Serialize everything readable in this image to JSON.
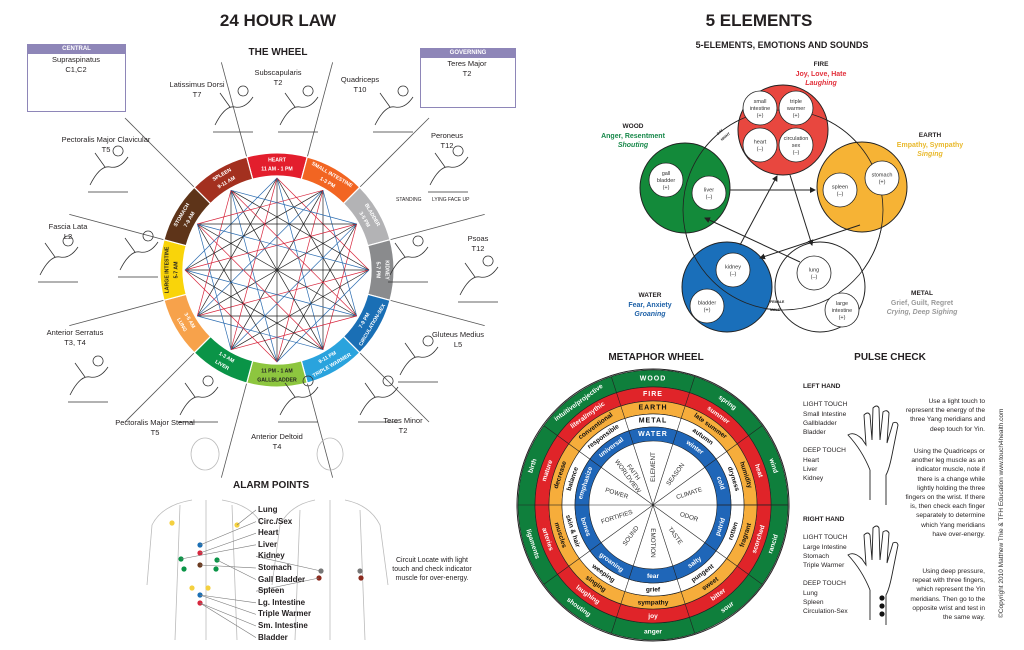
{
  "left": {
    "title": "24 HOUR LAW",
    "wheel_title": "THE WHEEL",
    "central_box": {
      "header": "CENTRAL",
      "muscle": "Supraspinatus",
      "level": "C1,C2"
    },
    "governing_box": {
      "header": "GOVERNING",
      "muscle": "Teres Major",
      "level": "T2"
    },
    "muscles": [
      {
        "name": "Latissimus Dorsi",
        "level": "T7"
      },
      {
        "name": "Subscapularis",
        "level": "T2"
      },
      {
        "name": "Quadriceps",
        "level": "T10"
      },
      {
        "name": "Peroneus",
        "level": "T12"
      },
      {
        "name": "Pectoralis Major Clavicular",
        "level": "T5"
      },
      {
        "name": "Fascia Lata",
        "level": "L2"
      },
      {
        "name": "Psoas",
        "level": "T12"
      },
      {
        "name": "Anterior Serratus",
        "level": "T3, T4"
      },
      {
        "name": "Gluteus Medius",
        "level": "L5"
      },
      {
        "name": "Pectoralis Major Sternal",
        "level": "T5"
      },
      {
        "name": "Teres Minor",
        "level": "T2"
      },
      {
        "name": "Anterior Deltoid",
        "level": "T4"
      }
    ],
    "peroneus_notes": [
      "STANDING",
      "LYING FACE UP"
    ],
    "meridians": [
      {
        "name": "HEART",
        "time": "11 AM - 1 PM",
        "color": "#e31e2d"
      },
      {
        "name": "SMALL INTESTINE",
        "time": "1-3 PM",
        "color": "#f26522"
      },
      {
        "name": "BLADDER",
        "time": "3-5 PM",
        "color": "#b3b3b5"
      },
      {
        "name": "KIDNEY",
        "time": "5-7 PM",
        "color": "#8a8b8d"
      },
      {
        "name": "CIRCULATION-SEX",
        "time": "7-9 PM",
        "color": "#1a6fb5"
      },
      {
        "name": "TRIPLE WARMER",
        "time": "9-11 PM",
        "color": "#2aa3dd"
      },
      {
        "name": "GALLBLADDER",
        "time": "11 PM - 1 AM",
        "color": "#8dc63f"
      },
      {
        "name": "LIVER",
        "time": "1-3 AM",
        "color": "#0a9447"
      },
      {
        "name": "LUNG",
        "time": "3-5 AM",
        "color": "#f7a24b"
      },
      {
        "name": "LARGE INTESTINE",
        "time": "5-7 AM",
        "color": "#f9d40a"
      },
      {
        "name": "STOMACH",
        "time": "7-9 AM",
        "color": "#5e3419"
      },
      {
        "name": "SPLEEN",
        "time": "9-11 AM",
        "color": "#a3301f"
      }
    ],
    "alarm_title": "ALARM POINTS",
    "alarm_points": [
      "Lung",
      "Circ./Sex",
      "Heart",
      "Liver",
      "Kidney",
      "Stomach",
      "Gall Bladder",
      "Spleen",
      "Lg. Intestine",
      "Triple Warmer",
      "Sm. Intestine",
      "Bladder"
    ],
    "circuit_note": "Circuit Locate with light touch and check indicator muscle for over-energy."
  },
  "right": {
    "title": "5 ELEMENTS",
    "subtitle": "5-ELEMENTS, EMOTIONS AND SOUNDS",
    "elements": [
      {
        "name": "FIRE",
        "emotions": "Joy, Love, Hate",
        "sound": "Laughing",
        "color": "#e8473f",
        "text_color": "#e2313c",
        "organs": [
          "small intestine (+)",
          "triple warmer (+)",
          "heart (–)",
          "circulation sex (–)"
        ]
      },
      {
        "name": "WOOD",
        "emotions": "Anger, Resentment",
        "sound": "Shouting",
        "color": "#138a3a",
        "text_color": "#17884a",
        "organs": [
          "gall bladder (+)",
          "liver (–)"
        ]
      },
      {
        "name": "EARTH",
        "emotions": "Empathy, Sympathy",
        "sound": "Singing",
        "color": "#f6b335",
        "text_color": "#e9b92c",
        "organs": [
          "spleen (–)",
          "stomach (+)"
        ]
      },
      {
        "name": "WATER",
        "emotions": "Fear, Anxiety",
        "sound": "Groaning",
        "color": "#1a6fba",
        "text_color": "#1f62a8",
        "organs": [
          "kidney (–)",
          "bladder (+)"
        ]
      },
      {
        "name": "METAL",
        "emotions": "Grief, Guilt, Regret",
        "sound": "Crying, Deep Sighing",
        "color": "#ffffff",
        "text_color": "#9a9a9a",
        "organs": [
          "lung (–)",
          "large intestine (+)"
        ]
      }
    ],
    "cycle_labels": [
      "DAY",
      "NIGHT",
      "FEMALE",
      "MALE"
    ],
    "metaphor_title": "METAPHOR WHEEL",
    "metaphor_rings": [
      {
        "color": "#0f7f3c",
        "items": [
          "WOOD",
          "spring",
          "wind",
          "rancid",
          "sour",
          "anger",
          "shouting",
          "ligaments",
          "birth",
          "intuitive/projective"
        ]
      },
      {
        "color": "#e02429",
        "items": [
          "FIRE",
          "summer",
          "heat",
          "scorched",
          "bitter",
          "joy",
          "laughing",
          "arteries",
          "mature",
          "literal/mythic"
        ]
      },
      {
        "color": "#f6ad3b",
        "items": [
          "EARTH",
          "late summer",
          "humidity",
          "fragrant",
          "sweet",
          "sympathy",
          "singing",
          "muscles",
          "decrease",
          "conventional"
        ]
      },
      {
        "color": "#ffffff",
        "items": [
          "METAL",
          "autumn",
          "dryness",
          "rotten",
          "pungent",
          "grief",
          "weeping",
          "skin & hair",
          "balance",
          "responsible"
        ]
      },
      {
        "color": "#1f66b8",
        "items": [
          "WATER",
          "winter",
          "cold",
          "putrid",
          "salty",
          "fear",
          "groaning",
          "bones",
          "emphasize",
          "universal"
        ]
      }
    ],
    "metaphor_categories": [
      "ELEMENT",
      "SEASON",
      "CLIMATE",
      "ODOR",
      "TASTE",
      "EMOTION",
      "SOUND",
      "FORTIFIES",
      "POWER",
      "FAITH WORLDVIEW"
    ],
    "pulse": {
      "title": "PULSE CHECK",
      "left_hand": {
        "title": "LEFT HAND",
        "light_label": "LIGHT TOUCH",
        "light": [
          "Small Intestine",
          "Gallbladder",
          "Bladder"
        ],
        "deep_label": "DEEP TOUCH",
        "deep": [
          "Heart",
          "Liver",
          "Kidney"
        ]
      },
      "right_hand": {
        "title": "RIGHT HAND",
        "light_label": "LIGHT TOUCH",
        "light": [
          "Large Intestine",
          "Stomach",
          "Triple Warmer"
        ],
        "deep_label": "DEEP TOUCH",
        "deep": [
          "Lung",
          "Spleen",
          "Circulation-Sex"
        ]
      },
      "para1": "Use a light touch to represent the energy of the three Yang meridians and deep touch for Yin.",
      "para2": "Using the Quadriceps or another leg muscle as an indicator muscle, note if there is a change while lightly holding the three fingers on the wrist. If there is, then check each finger separately to determine which Yang meridians have over-energy.",
      "para3": "Using deep pressure, repeat with three fingers, which represent the Yin meridians. Then go to the opposite wrist and test in the same way."
    },
    "copyright": "©Copyright 2010   Matthew Thie & TFH Education   www.touch4health.com"
  }
}
